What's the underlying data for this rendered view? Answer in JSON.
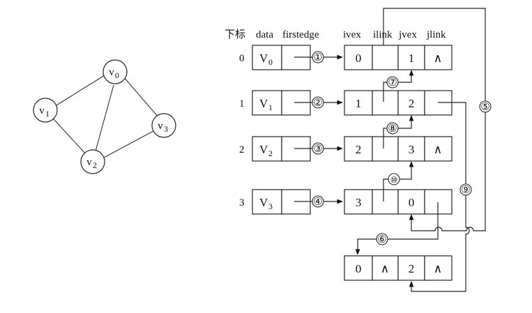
{
  "graph": {
    "vertices": [
      {
        "id": "v0",
        "base": "v",
        "sub": "0"
      },
      {
        "id": "v1",
        "base": "v",
        "sub": "1"
      },
      {
        "id": "v2",
        "base": "v",
        "sub": "2"
      },
      {
        "id": "v3",
        "base": "v",
        "sub": "3"
      }
    ],
    "edges": [
      [
        "v0",
        "v1"
      ],
      [
        "v0",
        "v2"
      ],
      [
        "v0",
        "v3"
      ],
      [
        "v1",
        "v2"
      ],
      [
        "v2",
        "v3"
      ]
    ]
  },
  "headers": {
    "index": "下标",
    "data": "data",
    "firstedge": "firstedge",
    "ivex": "ivex",
    "ilink": "ilink",
    "jvex": "jvex",
    "jlink": "jlink"
  },
  "vertex_table": [
    {
      "index": "0",
      "base": "V",
      "sub": "0",
      "marker": "①"
    },
    {
      "index": "1",
      "base": "V",
      "sub": "1",
      "marker": "②"
    },
    {
      "index": "2",
      "base": "V",
      "sub": "2",
      "marker": "③"
    },
    {
      "index": "3",
      "base": "V",
      "sub": "3",
      "marker": "④"
    }
  ],
  "edge_nodes": [
    {
      "ivex": "0",
      "ilink": "",
      "jvex": "1",
      "jlink": "∧"
    },
    {
      "ivex": "1",
      "ilink": "",
      "jvex": "2",
      "jlink": ""
    },
    {
      "ivex": "2",
      "ilink": "",
      "jvex": "3",
      "jlink": "∧"
    },
    {
      "ivex": "3",
      "ilink": "",
      "jvex": "0",
      "jlink": ""
    },
    {
      "ivex": "0",
      "ilink": "∧",
      "jvex": "2",
      "jlink": "∧"
    }
  ],
  "link_markers": [
    "⑤",
    "⑥",
    "⑦",
    "⑧",
    "⑨",
    "⑩"
  ]
}
